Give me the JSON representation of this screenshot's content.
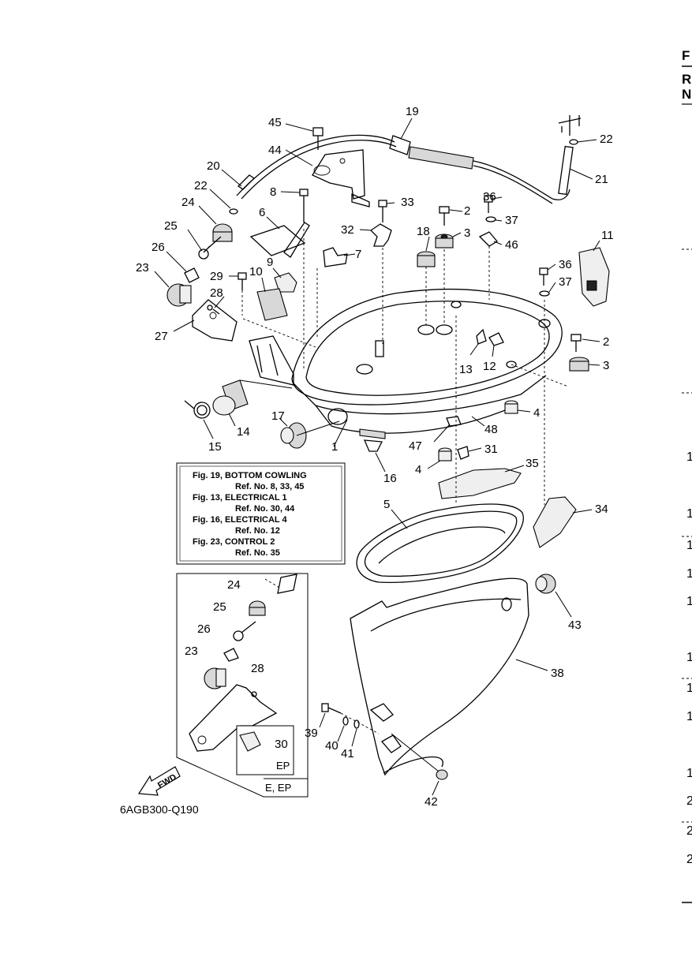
{
  "diagram": {
    "code": "6AGB300-Q190",
    "fwd_label": "FWD",
    "reference_box": {
      "lines": [
        "Fig. 19, BOTTOM COWLING",
        "Ref. No. 8, 33, 45",
        "Fig. 13, ELECTRICAL 1",
        "Ref. No. 30, 44",
        "Fig. 16, ELECTRICAL 4",
        "Ref. No. 12",
        "Fig. 23, CONTROL 2",
        "Ref. No. 35"
      ]
    },
    "inset": {
      "model_label": "E, EP",
      "sub_label": "EP"
    },
    "callouts": [
      "1",
      "2",
      "2",
      "3",
      "3",
      "4",
      "4",
      "5",
      "6",
      "7",
      "8",
      "9",
      "10",
      "11",
      "12",
      "13",
      "14",
      "15",
      "16",
      "17",
      "18",
      "19",
      "20",
      "21",
      "22",
      "22",
      "23",
      "23",
      "24",
      "24",
      "25",
      "25",
      "26",
      "26",
      "27",
      "28",
      "28",
      "29",
      "30",
      "31",
      "32",
      "33",
      "34",
      "35",
      "36",
      "36",
      "37",
      "37",
      "38",
      "39",
      "40",
      "41",
      "42",
      "43",
      "44",
      "45",
      "46",
      "47",
      "48"
    ]
  },
  "right_edge_fragments": [
    "F",
    "R",
    "N",
    "1",
    "1",
    "1",
    "1",
    "1",
    "1",
    "1",
    "1",
    "1",
    "2",
    "2"
  ]
}
